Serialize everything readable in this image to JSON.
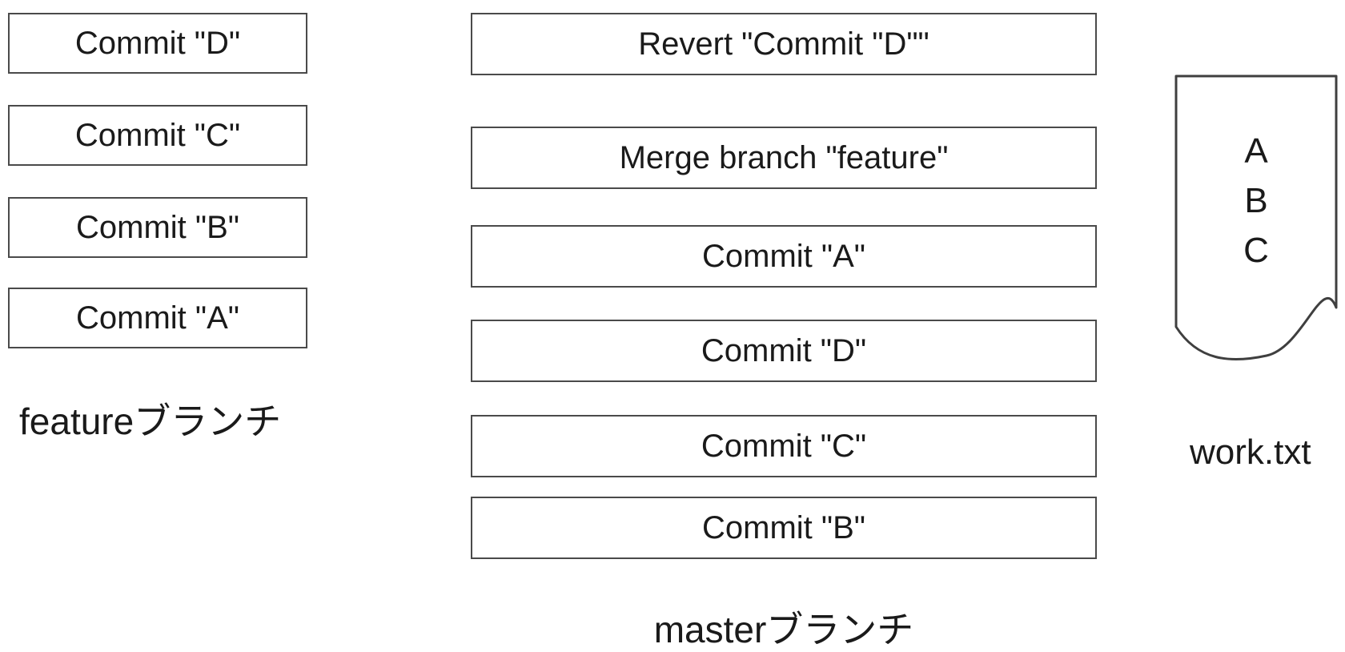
{
  "feature_branch": {
    "label": "featureブランチ",
    "commits": [
      "Commit \"D\"",
      "Commit \"C\"",
      "Commit \"B\"",
      "Commit \"A\""
    ]
  },
  "master_branch": {
    "label": "masterブランチ",
    "commits": [
      "Revert \"Commit \"D\"\"",
      "Merge branch \"feature\"",
      "Commit \"A\"",
      "Commit \"D\"",
      "Commit \"C\"",
      "Commit \"B\""
    ]
  },
  "file": {
    "label": "work.txt",
    "lines": [
      "A",
      "B",
      "C"
    ]
  },
  "colors": {
    "border": "#4a4a4a",
    "text": "#1a1a1a",
    "background": "#ffffff"
  }
}
